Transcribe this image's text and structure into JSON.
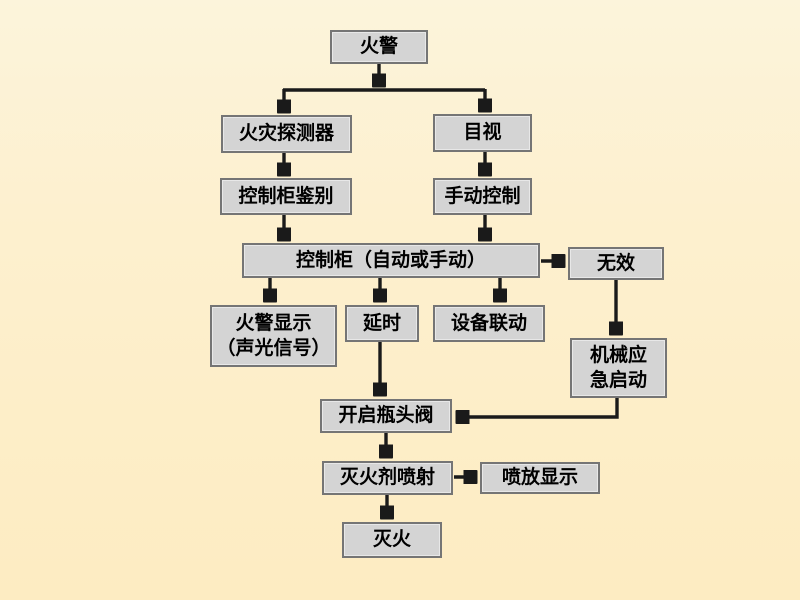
{
  "diagram": {
    "type": "flowchart",
    "language": "zh-CN",
    "colors": {
      "background_top": "#fcf4db",
      "background_bottom": "#fdecc2",
      "node_fill": "#d4d4d4",
      "node_border": "#757575",
      "arrow": "#1a1a1a",
      "text": "#000000"
    },
    "nodes": {
      "fire_alarm": {
        "label": "火警"
      },
      "fire_detector": {
        "label": "火灾探测器"
      },
      "visual": {
        "label": "目视"
      },
      "cabinet_identify": {
        "label": "控制柜鉴别"
      },
      "manual_control": {
        "label": "手动控制"
      },
      "control_cabinet": {
        "label": "控制柜（自动或手动）"
      },
      "invalid": {
        "label": "无效"
      },
      "alarm_display": {
        "label": "火警显示\n（声光信号）"
      },
      "delay": {
        "label": "延时"
      },
      "equipment_linkage": {
        "label": "设备联动"
      },
      "mechanical_emergency": {
        "label": "机械应\n急启动"
      },
      "open_valve": {
        "label": "开启瓶头阀"
      },
      "agent_spray": {
        "label": "灭火剂喷射"
      },
      "discharge_display": {
        "label": "喷放显示"
      },
      "extinguish": {
        "label": "灭火"
      }
    },
    "edges": [
      {
        "from": "fire_alarm",
        "to": "fire_detector"
      },
      {
        "from": "fire_alarm",
        "to": "visual"
      },
      {
        "from": "fire_detector",
        "to": "cabinet_identify"
      },
      {
        "from": "visual",
        "to": "manual_control"
      },
      {
        "from": "cabinet_identify",
        "to": "control_cabinet"
      },
      {
        "from": "manual_control",
        "to": "control_cabinet"
      },
      {
        "from": "control_cabinet",
        "to": "invalid"
      },
      {
        "from": "control_cabinet",
        "to": "alarm_display"
      },
      {
        "from": "control_cabinet",
        "to": "delay"
      },
      {
        "from": "control_cabinet",
        "to": "equipment_linkage"
      },
      {
        "from": "invalid",
        "to": "mechanical_emergency"
      },
      {
        "from": "delay",
        "to": "open_valve"
      },
      {
        "from": "mechanical_emergency",
        "to": "open_valve"
      },
      {
        "from": "open_valve",
        "to": "agent_spray"
      },
      {
        "from": "agent_spray",
        "to": "discharge_display"
      },
      {
        "from": "agent_spray",
        "to": "extinguish"
      }
    ]
  }
}
